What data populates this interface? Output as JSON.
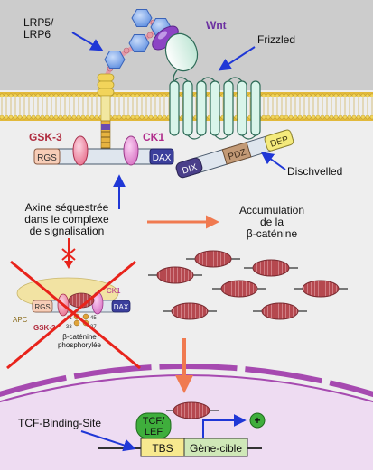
{
  "labels": {
    "lrp5": "LRP5/",
    "lrp6": "LRP6",
    "wnt": "Wnt",
    "frizzled": "Frizzled",
    "gsk3": "GSK-3",
    "ck1": "CK1",
    "rgs": "RGS",
    "dax": "DAX",
    "dix": "DIX",
    "pdz": "PDZ",
    "dep": "DEP",
    "dishevelled": "Dischvelled",
    "axine_line1": "Axine séquestrée",
    "axine_line2": "dans le complexe",
    "axine_line3": "de signalisation",
    "accum_line1": "Accumulation",
    "accum_line2": "de la",
    "accum_line3": "β-caténine",
    "ck1_small": "CK1",
    "apc": "APC",
    "rgs_small": "RGS",
    "dax_small": "DAX",
    "gsk3_small": "GSK-3",
    "p41": "41",
    "p33": "33",
    "p45": "45",
    "p37": "37",
    "phospho_line1": "β-caténine",
    "phospho_line2": "phosphorylée",
    "tcf1": "TCF/",
    "tcf2": "LEF",
    "tcf_site": "TCF-Binding-Site",
    "tbs": "TBS",
    "gene": "Gène-cible",
    "plus": "+"
  },
  "colors": {
    "extracellular": "#cccccc",
    "cytoplasm": "#eeeeee",
    "nucleus": "#eedcf2",
    "nuclear_envelope": "#a64ab0",
    "lrp_hexagon": "#86aef0",
    "lrp_bead": "#e59aa6",
    "wnt_purple": "#8c44c4",
    "frizzled_fill": "#d9f5ea",
    "frizzled_stroke": "#2e6b57",
    "gsk3_pink": "#f2a1b9",
    "ck1_pink": "#f0a6e0",
    "rgs_fill": "#f7cdb7",
    "dax_fill": "#3b3f9c",
    "dix_fill": "#4a3f8a",
    "pdz_fill": "#c39a76",
    "dep_fill": "#f4ea7c",
    "beta_catenin": "#b5484f",
    "arrow_blue": "#1f37d6",
    "arrow_orange": "#f07a50",
    "cross_red": "#e8231b",
    "tcf_green": "#3fae3c",
    "tbs_yellow": "#f7e98f",
    "gene_green": "#cfe8b8",
    "wnt_label": "#6b2fa0",
    "gsk3_label": "#b02b3e",
    "ck1_label": "#b02b8b"
  }
}
